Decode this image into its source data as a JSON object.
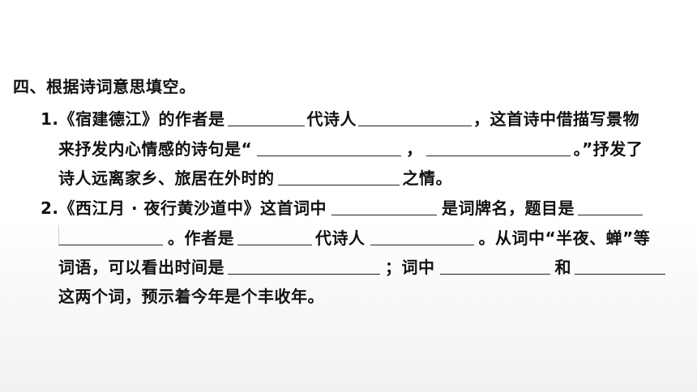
{
  "heading": "四、根据诗词意思填空。",
  "q1": {
    "prefix": "1.《宿建德江》的作者是",
    "after_blank1": "代诗人",
    "after_blank2": "，这首诗中借描写景物",
    "line2_start": "来抒发内心情感的诗句是“",
    "line2_comma": "，",
    "line2_end": "。”抒发了",
    "line3_start": "诗人远离家乡、旅居在外时的",
    "line3_end": "之情。"
  },
  "q2": {
    "prefix": "2.《西江月 · 夜行黄沙道中》这首词中",
    "after_blank1": "是词牌名，题目是",
    "line2_after_blank": "。作者是",
    "line2_mid": "代诗人",
    "line2_end": "。从词中“半夜、蝉”等",
    "line3_start": "词语，可以看出时间是",
    "line3_mid": "；词中",
    "line3_and": "和",
    "line4": "这两个词，预示着今年是个丰收年。"
  }
}
